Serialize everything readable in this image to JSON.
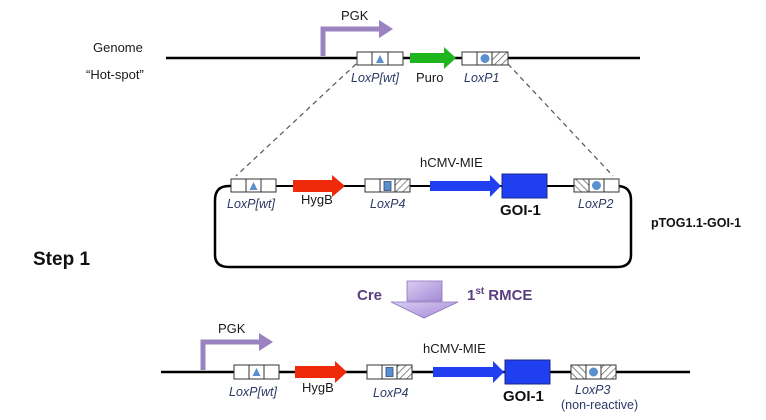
{
  "step_label": "Step 1",
  "colors": {
    "promoter_arrow": "#9b82c0",
    "puro": "#1fb51f",
    "hygb": "#ee2a0a",
    "hcmv": "#1f3ff0",
    "goi": "#1f3ff0",
    "lox_marker": "#5b8fcf",
    "cre_arrow": "#b9a3e3",
    "cre_text": "#5b3f80"
  },
  "genome": {
    "label": "Genome",
    "sublabel": "“Hot-spot”",
    "promoter": "PGK",
    "elements": [
      {
        "type": "loxp",
        "label": "LoxP[wt]",
        "marker": "triangle"
      },
      {
        "type": "gene",
        "label": "Puro"
      },
      {
        "type": "loxp",
        "label": "LoxP1",
        "marker": "circle"
      }
    ]
  },
  "plasmid": {
    "name": "pTOG1.1-GOI-1",
    "promoter": "hCMV-MIE",
    "elements": [
      {
        "type": "loxp",
        "label": "LoxP[wt]",
        "marker": "triangle"
      },
      {
        "type": "gene",
        "label": "HygB"
      },
      {
        "type": "loxp",
        "label": "LoxP4",
        "marker": "square"
      },
      {
        "type": "gene",
        "label": "GOI-1"
      },
      {
        "type": "loxp",
        "label": "LoxP2",
        "marker": "circle"
      }
    ]
  },
  "reaction": {
    "enzyme": "Cre",
    "event_ordinal": "1",
    "event_suffix": "st",
    "event_name": "RMCE"
  },
  "result": {
    "promoter_pgk": "PGK",
    "promoter_hcmv": "hCMV-MIE",
    "elements": [
      {
        "type": "loxp",
        "label": "LoxP[wt]",
        "marker": "triangle"
      },
      {
        "type": "gene",
        "label": "HygB"
      },
      {
        "type": "loxp",
        "label": "LoxP4",
        "marker": "square"
      },
      {
        "type": "gene",
        "label": "GOI-1"
      },
      {
        "type": "loxp",
        "label": "LoxP3",
        "note": "(non-reactive)",
        "marker": "circle"
      }
    ]
  }
}
